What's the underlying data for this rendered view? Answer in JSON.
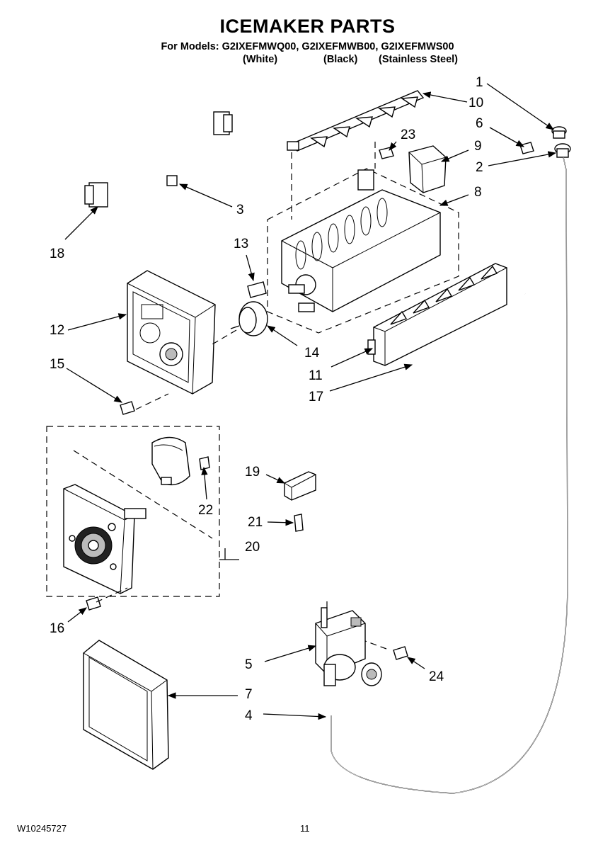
{
  "header": {
    "title": "ICEMAKER PARTS",
    "models_line": "For Models: G2IXEFMWQ00, G2IXEFMWB00, G2IXEFMWS00",
    "variants": [
      "(White)",
      "(Black)",
      "(Stainless Steel)"
    ]
  },
  "callouts": [
    "1",
    "10",
    "6",
    "23",
    "9",
    "2",
    "8",
    "3",
    "18",
    "13",
    "12",
    "14",
    "15",
    "11",
    "17",
    "19",
    "22",
    "21",
    "20",
    "16",
    "5",
    "24",
    "7",
    "4"
  ],
  "footer": {
    "document_number": "W10245727",
    "page_number": "11"
  }
}
